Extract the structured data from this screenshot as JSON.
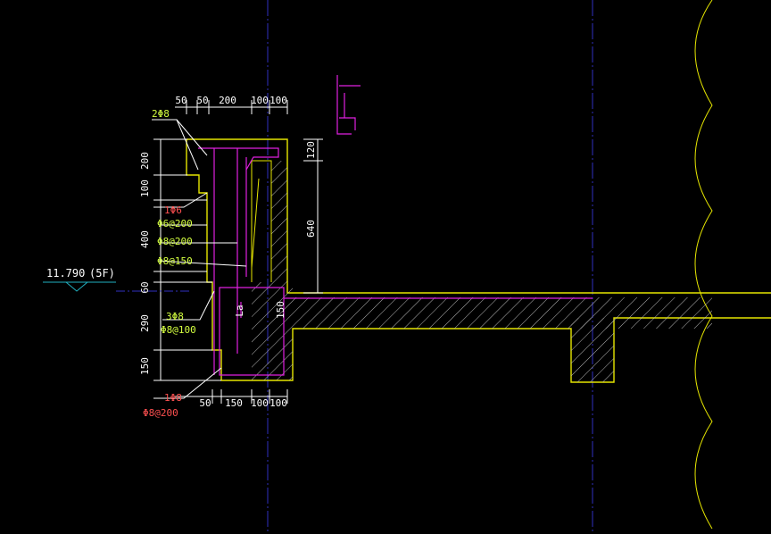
{
  "colors": {
    "background": "#000000",
    "outline": "#e6e600",
    "hatch": "#c8c8c8",
    "rebar": "#e020e0",
    "dimension": "#ffffff",
    "note_green": "#d4ff40",
    "note_red": "#ff5050",
    "axis": "#3030c0"
  },
  "dims_top": [
    "50",
    "50",
    "200",
    "100",
    "100"
  ],
  "dims_bottom": [
    "50",
    "150",
    "100",
    "100"
  ],
  "dims_left": [
    "200",
    "100",
    "400",
    "60",
    "290",
    "150"
  ],
  "dims_right": [
    "120",
    "640"
  ],
  "slab_dim": "150",
  "anchor_label": "La",
  "level": {
    "value": "11.790",
    "floor": "(5F)"
  },
  "rebar_notes": {
    "top_bars": "2Φ8",
    "hook_bar": "1Φ6",
    "dist_a": "Φ6@200",
    "dist_b": "Φ8@200",
    "dist_c": "Φ8@150",
    "beam_bars": "3Φ8",
    "beam_stirrup": "Φ8@100",
    "bottom_bar": "1Φ8",
    "bottom_stirrup": "Φ8@200"
  }
}
